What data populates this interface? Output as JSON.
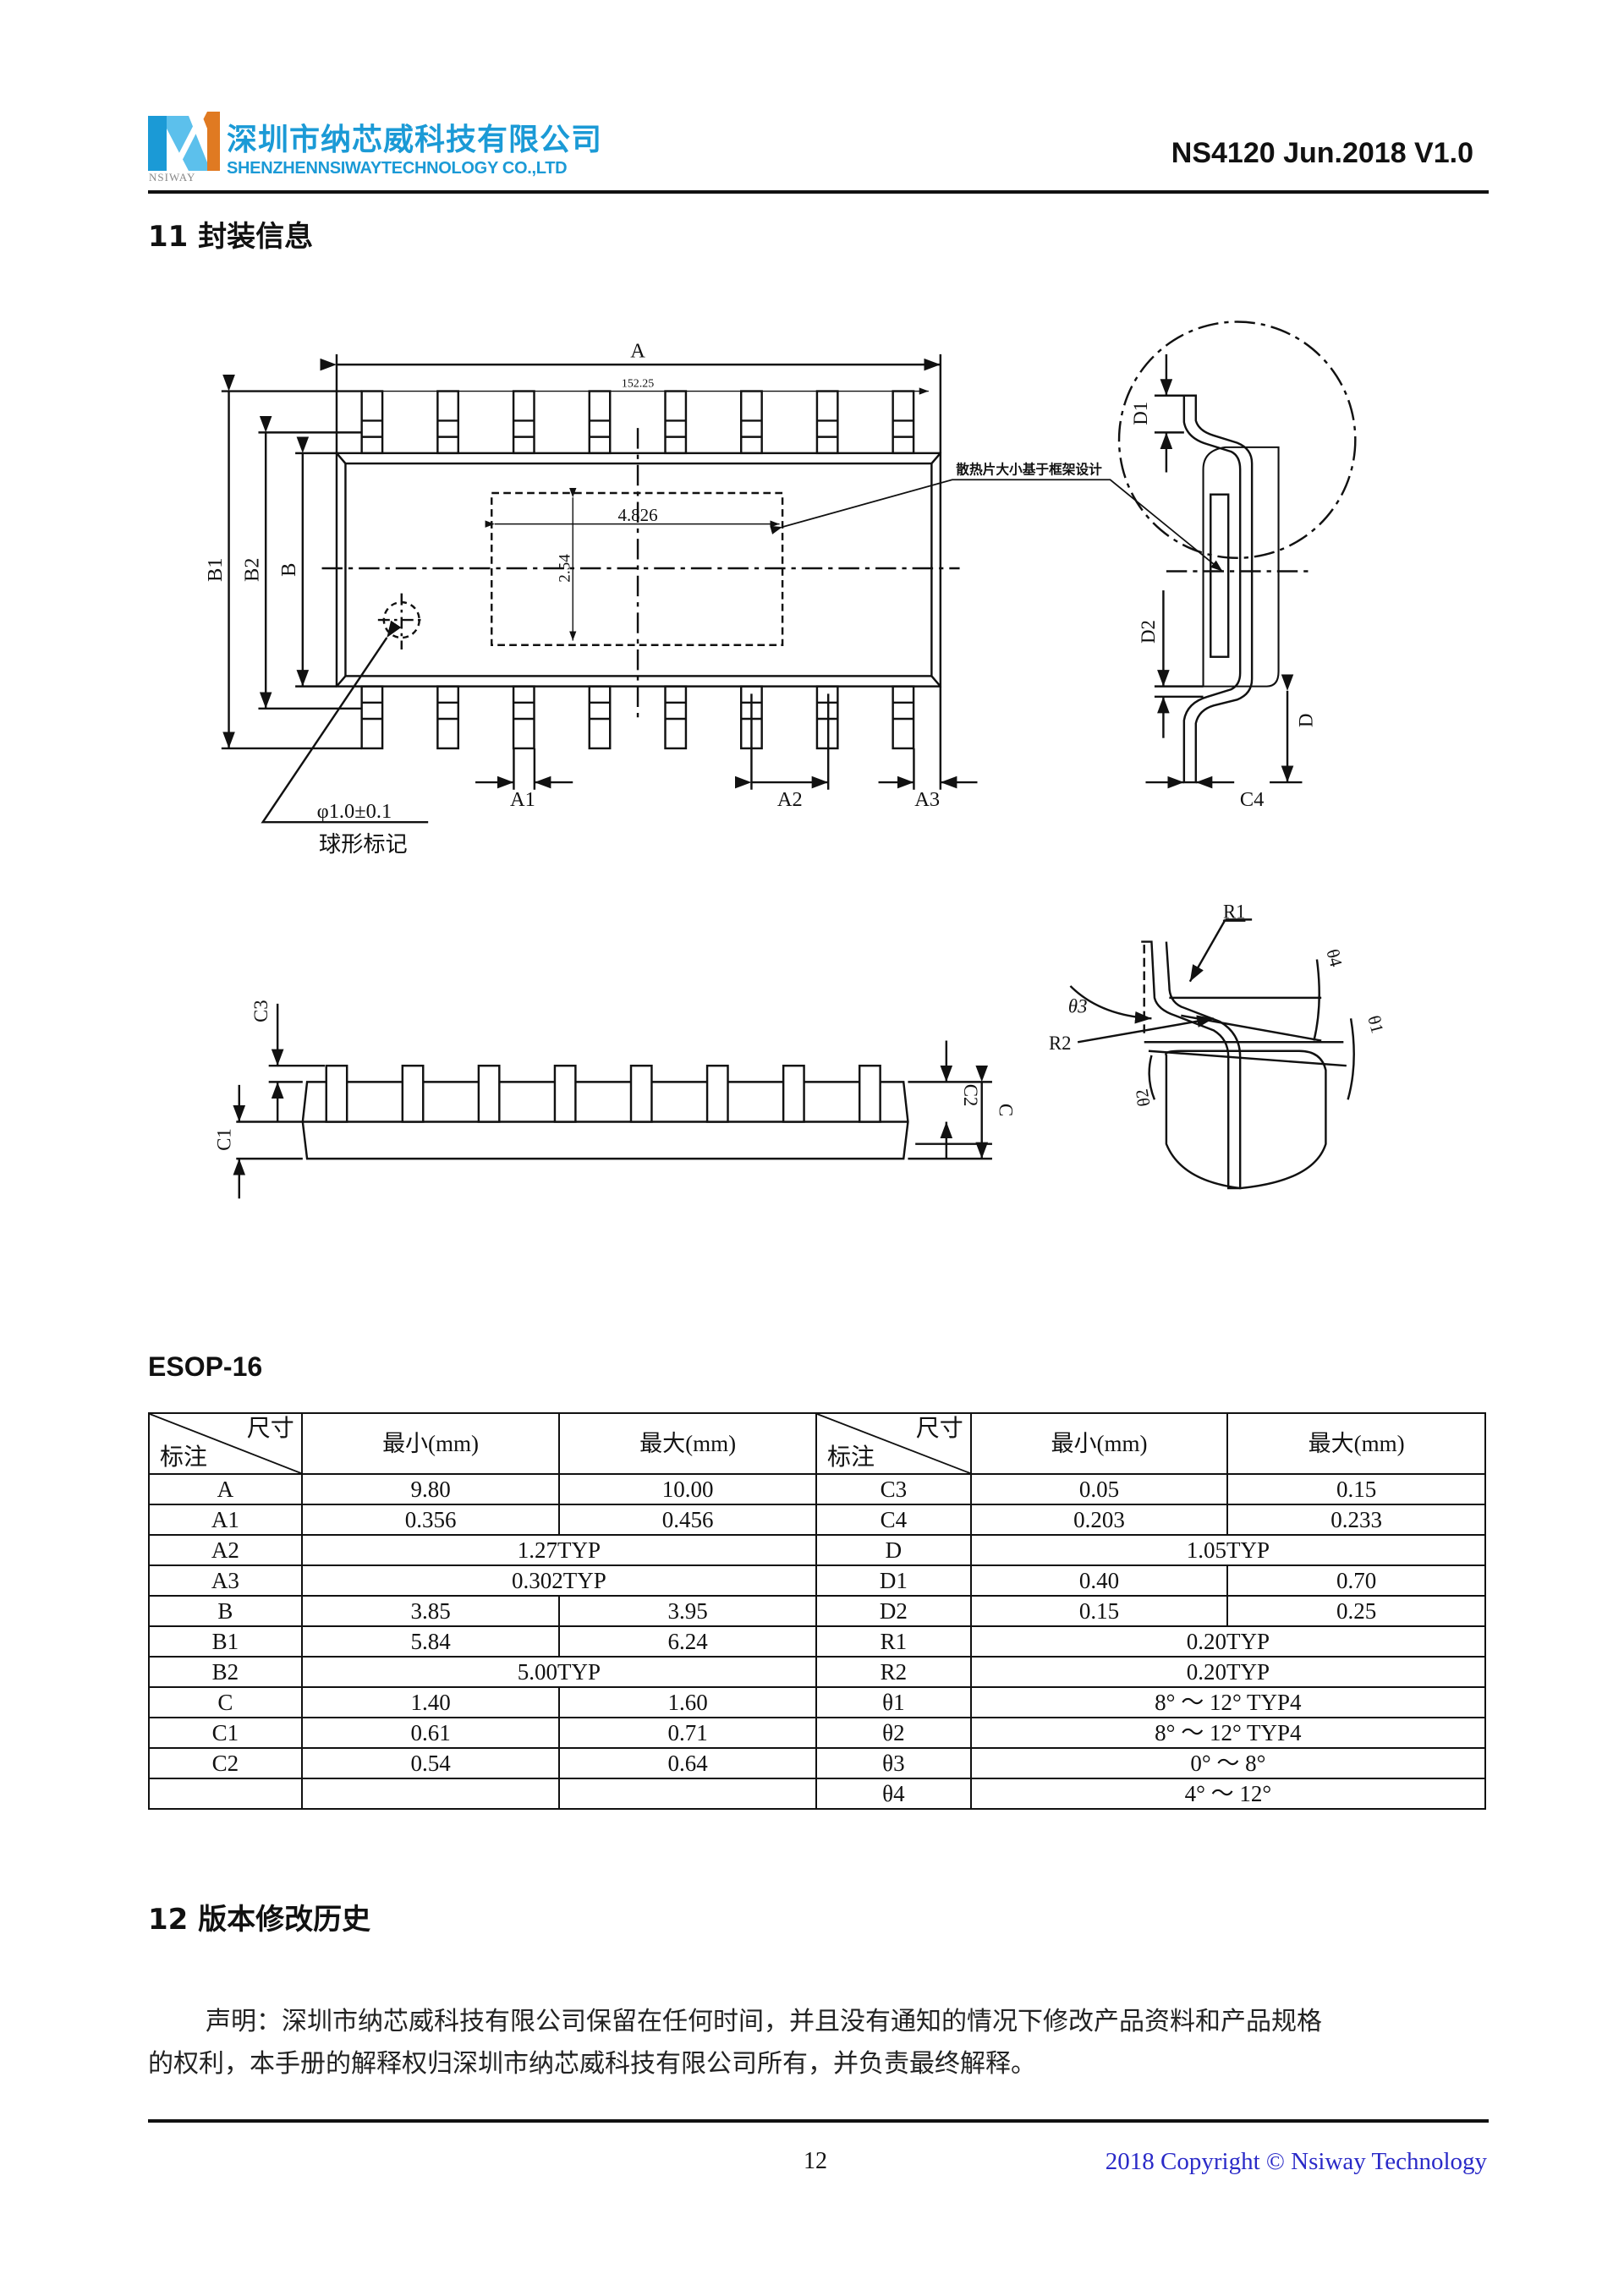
{
  "header": {
    "company_cn": "深圳市纳芯威科技有限公司",
    "company_en": "SHENZHENNSIWAYTECHNOLOGY CO.,LTD",
    "logo_text": "NSIWAY",
    "doc_id": "NS4120 Jun.2018 V1.0",
    "colors": {
      "brand_blue": "#1b9ad6",
      "brand_orange": "#e07a22"
    }
  },
  "section11": {
    "title": "11  封装信息"
  },
  "drawing": {
    "top_view": {
      "A": "A",
      "len": "152.25",
      "B1": "B1",
      "B2": "B2",
      "B": "B",
      "pad_w": "4.826",
      "pad_h": "2.54",
      "A1": "A1",
      "A2": "A2",
      "A3": "A3",
      "mark_dim": "φ1.0±0.1",
      "mark_label": "球形标记",
      "heatsink_note": "散热片大小基于框架设计"
    },
    "side_view": {
      "D1": "D1",
      "D2": "D2",
      "D": "D",
      "C4": "C4"
    },
    "front_view": {
      "C3": "C3",
      "C1": "C1",
      "C2": "C2",
      "C": "C"
    },
    "lead_detail": {
      "R1": "R1",
      "R2": "R2",
      "t1": "θ1",
      "t2": "θ2",
      "t3": "θ3",
      "t4": "θ4"
    }
  },
  "package_name": "ESOP-16",
  "table": {
    "corner_top": "尺寸",
    "corner_bottom": "标注",
    "min_header": "最小(mm)",
    "max_header": "最大(mm)",
    "rows": [
      {
        "l": {
          "name": "A",
          "min": "9.80",
          "max": "10.00"
        },
        "r": {
          "name": "C3",
          "min": "0.05",
          "max": "0.15"
        }
      },
      {
        "l": {
          "name": "A1",
          "min": "0.356",
          "max": "0.456"
        },
        "r": {
          "name": "C4",
          "min": "0.203",
          "max": "0.233"
        }
      },
      {
        "l": {
          "name": "A2",
          "typ": "1.27TYP"
        },
        "r": {
          "name": "D",
          "typ": "1.05TYP"
        }
      },
      {
        "l": {
          "name": "A3",
          "typ": "0.302TYP"
        },
        "r": {
          "name": "D1",
          "min": "0.40",
          "max": "0.70"
        }
      },
      {
        "l": {
          "name": "B",
          "min": "3.85",
          "max": "3.95"
        },
        "r": {
          "name": "D2",
          "min": "0.15",
          "max": "0.25"
        }
      },
      {
        "l": {
          "name": "B1",
          "min": "5.84",
          "max": "6.24"
        },
        "r": {
          "name": "R1",
          "typ": "0.20TYP"
        }
      },
      {
        "l": {
          "name": "B2",
          "typ": "5.00TYP"
        },
        "r": {
          "name": "R2",
          "typ": "0.20TYP"
        }
      },
      {
        "l": {
          "name": "C",
          "min": "1.40",
          "max": "1.60"
        },
        "r": {
          "name": "θ1",
          "typ": "8° ～ 12°  TYP4"
        }
      },
      {
        "l": {
          "name": "C1",
          "min": "0.61",
          "max": "0.71"
        },
        "r": {
          "name": "θ2",
          "typ": "8° ～ 12°  TYP4"
        }
      },
      {
        "l": {
          "name": "C2",
          "min": "0.54",
          "max": "0.64"
        },
        "r": {
          "name": "θ3",
          "typ": "0° ～ 8°"
        }
      },
      {
        "l": {
          "name": "",
          "min": "",
          "max": ""
        },
        "r": {
          "name": "θ4",
          "typ": "4° ～ 12°"
        }
      }
    ]
  },
  "section12": {
    "title": "12  版本修改历史",
    "statement_line1": "声明：深圳市纳芯威科技有限公司保留在任何时间，并且没有通知的情况下修改产品资料和产品规格",
    "statement_line2": "的权利，本手册的解释权归深圳市纳芯威科技有限公司所有，并负责最终解释。"
  },
  "footer": {
    "page": "12",
    "copyright": "2018 Copyright © Nsiway Technology",
    "copyright_color": "#2a2ac8"
  }
}
